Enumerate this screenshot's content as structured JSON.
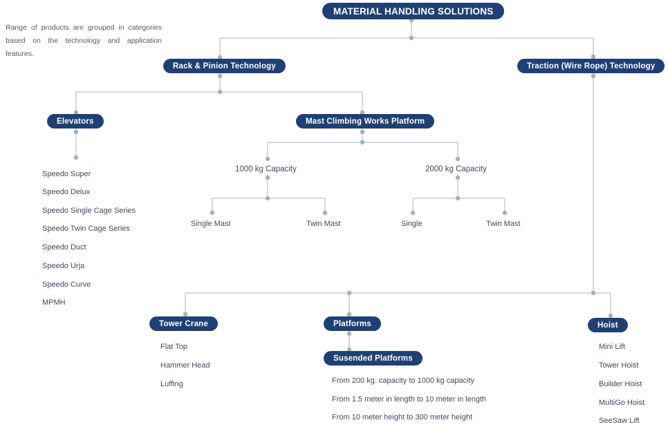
{
  "intro": {
    "text": "Range of products are grouped in categories based on the technology and application features."
  },
  "colors": {
    "pill_fill": "#1f4074",
    "pill_text": "#ffffff",
    "label_text": "#3c4a61",
    "intro_text": "#5a5a5a",
    "connector_line": "#c9cdd3",
    "connector_dot": "#a9afb8",
    "background": "#ffffff"
  },
  "root": {
    "label": "MATERIAL HANDLING SOLUTIONS"
  },
  "level1": {
    "rack_pinion": {
      "label": "Rack & Pinion Technology"
    },
    "traction": {
      "label": "Traction (Wire Rope) Technology"
    }
  },
  "level2": {
    "elevators": {
      "label": "Elevators"
    },
    "mcwp": {
      "label": "Mast Climbing Works Platform"
    }
  },
  "elevators_products": [
    "Speedo Super",
    "Speedo Delux",
    "Speedo Single Cage Series",
    "Speedo Twin Cage Series",
    "Speedo Duct",
    "Speedo Urja",
    "Speedo Curve",
    "MPMH"
  ],
  "mcwp_capacities": [
    {
      "label": "1000 kg Capacity",
      "variants": [
        "Single Mast",
        "Twin Mast"
      ]
    },
    {
      "label": "2000 kg Capacity",
      "variants": [
        "Single",
        "Twin Mast"
      ]
    }
  ],
  "bottom": {
    "tower_crane": {
      "label": "Tower Crane",
      "items": [
        "Flat Top",
        "Hammer Head",
        "Luffing"
      ]
    },
    "platforms": {
      "label": "Platforms",
      "child": {
        "label": "Susended Platforms"
      },
      "details": [
        "From 200 kg. capacity to 1000 kg capacity",
        "From 1.5 meter in length to 10 meter in length",
        "From 10 meter height to 300 meter height"
      ]
    },
    "hoist": {
      "label": "Hoist",
      "items": [
        "Mini Lift",
        "Tower Hoist",
        "Builder Hoist",
        "MultiGo Hoist",
        "SeeSaw Lift"
      ]
    }
  }
}
